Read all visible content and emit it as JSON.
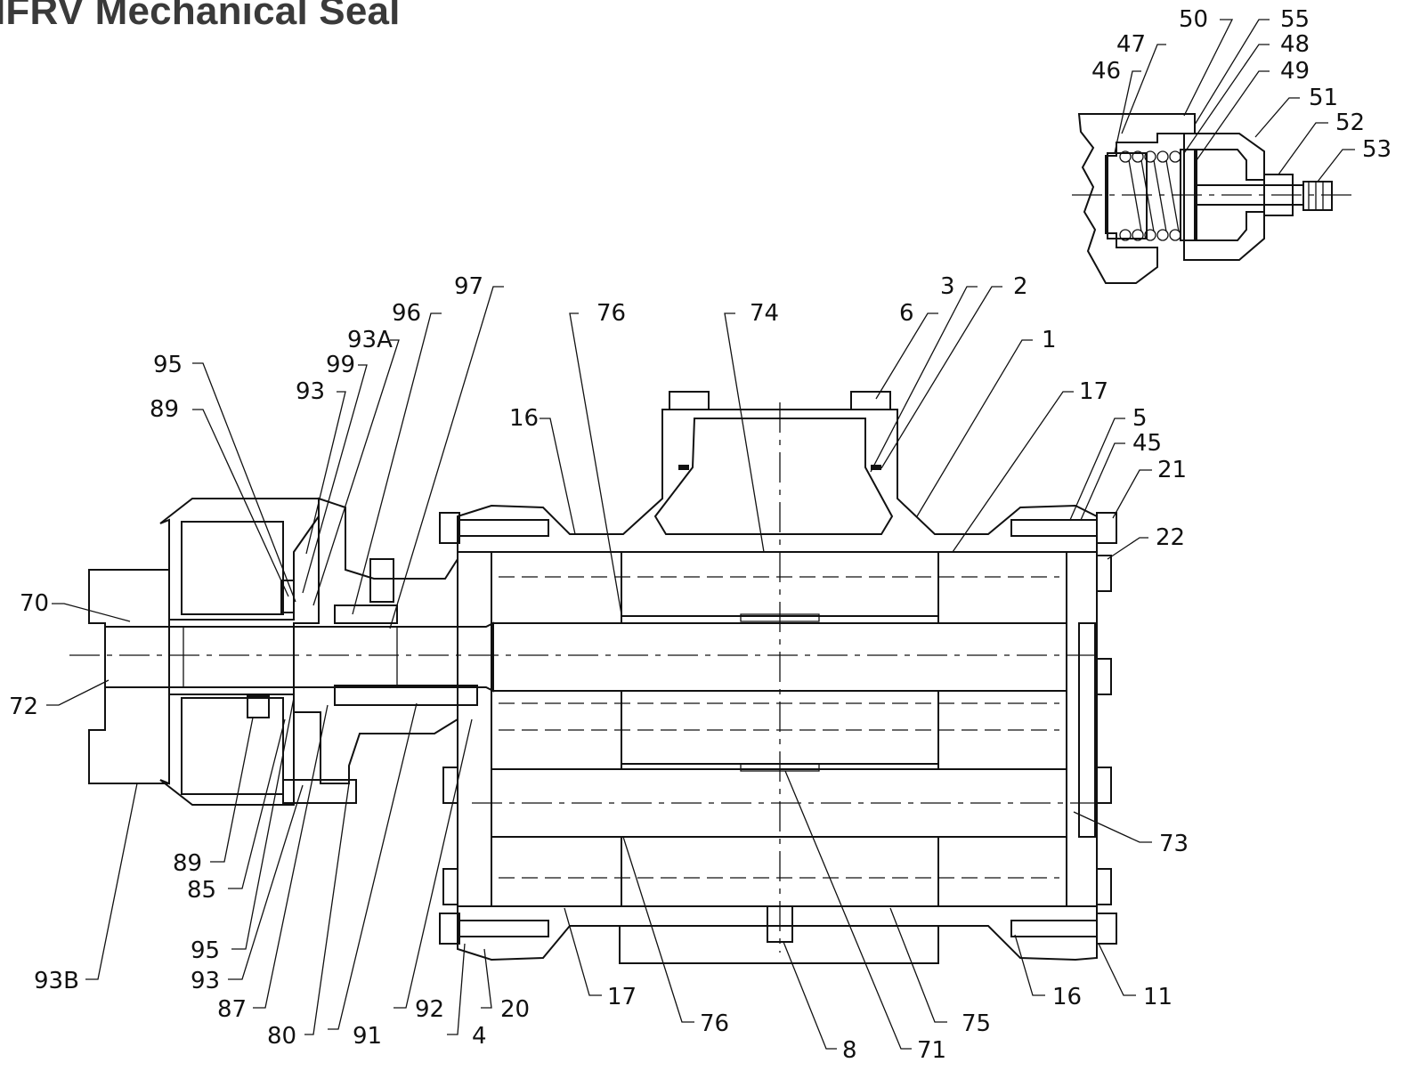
{
  "title": "IFRV Mechanical Seal",
  "callouts": [
    {
      "id": "c50",
      "text": "50"
    },
    {
      "id": "c55",
      "text": "55"
    },
    {
      "id": "c47",
      "text": "47"
    },
    {
      "id": "c48",
      "text": "48"
    },
    {
      "id": "c46",
      "text": "46"
    },
    {
      "id": "c49",
      "text": "49"
    },
    {
      "id": "c51",
      "text": "51"
    },
    {
      "id": "c52",
      "text": "52"
    },
    {
      "id": "c53",
      "text": "53"
    },
    {
      "id": "c97",
      "text": "97"
    },
    {
      "id": "c96",
      "text": "96"
    },
    {
      "id": "c76t",
      "text": "76"
    },
    {
      "id": "c74",
      "text": "74"
    },
    {
      "id": "c3",
      "text": "3"
    },
    {
      "id": "c2",
      "text": "2"
    },
    {
      "id": "c6",
      "text": "6"
    },
    {
      "id": "c93A",
      "text": "93A"
    },
    {
      "id": "c1",
      "text": "1"
    },
    {
      "id": "c95t",
      "text": "95"
    },
    {
      "id": "c99",
      "text": "99"
    },
    {
      "id": "c93t",
      "text": "93"
    },
    {
      "id": "c17t",
      "text": "17"
    },
    {
      "id": "c89t",
      "text": "89"
    },
    {
      "id": "c16t",
      "text": "16"
    },
    {
      "id": "c5",
      "text": "5"
    },
    {
      "id": "c45",
      "text": "45"
    },
    {
      "id": "c21",
      "text": "21"
    },
    {
      "id": "c22",
      "text": "22"
    },
    {
      "id": "c70",
      "text": "70"
    },
    {
      "id": "c72",
      "text": "72"
    },
    {
      "id": "c73",
      "text": "73"
    },
    {
      "id": "c89b",
      "text": "89"
    },
    {
      "id": "c85",
      "text": "85"
    },
    {
      "id": "c95b",
      "text": "95"
    },
    {
      "id": "c93B",
      "text": "93B"
    },
    {
      "id": "c93b",
      "text": "93"
    },
    {
      "id": "c87",
      "text": "87"
    },
    {
      "id": "c80",
      "text": "80"
    },
    {
      "id": "c91",
      "text": "91"
    },
    {
      "id": "c92",
      "text": "92"
    },
    {
      "id": "c4",
      "text": "4"
    },
    {
      "id": "c20",
      "text": "20"
    },
    {
      "id": "c17b",
      "text": "17"
    },
    {
      "id": "c76b",
      "text": "76"
    },
    {
      "id": "c8",
      "text": "8"
    },
    {
      "id": "c71",
      "text": "71"
    },
    {
      "id": "c75",
      "text": "75"
    },
    {
      "id": "c16b",
      "text": "16"
    },
    {
      "id": "c11",
      "text": "11"
    }
  ]
}
